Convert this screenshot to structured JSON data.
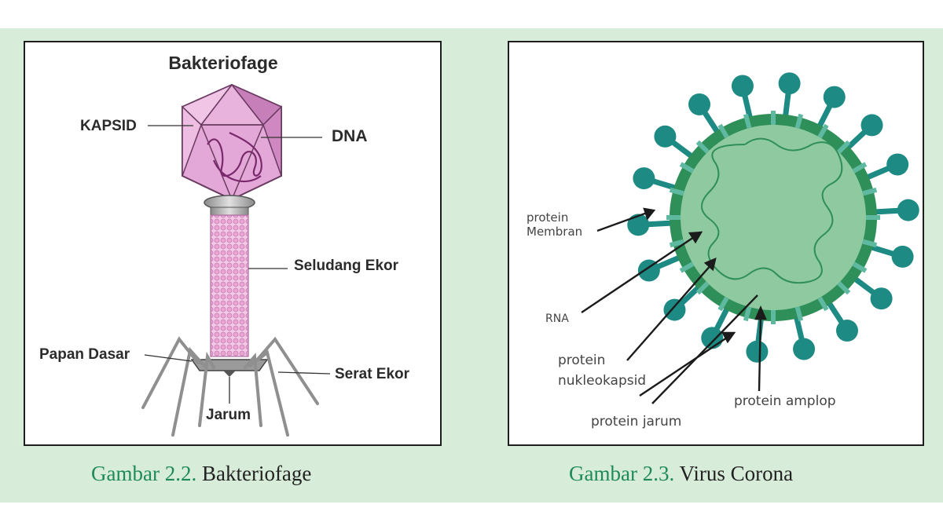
{
  "left_figure": {
    "title": "Bakteriofage",
    "labels": {
      "kapsid": "KAPSID",
      "dna": "DNA",
      "seludang_ekor": "Seludang Ekor",
      "papan_dasar": "Papan Dasar",
      "serat_ekor": "Serat Ekor",
      "jarum": "Jarum"
    },
    "caption_number": "Gambar 2.2.",
    "caption_text": " Bakteriofage"
  },
  "right_figure": {
    "labels": {
      "protein_membran_1": "protein",
      "protein_membran_2": "Membran",
      "rna": "RNA",
      "protein_nukleokapsid_1": "protein",
      "protein_nukleokapsid_2": "nukleokapsid",
      "protein_jarum": "protein jarum",
      "protein_amplop": "protein amplop"
    },
    "caption_number": "Gambar 2.3.",
    "caption_text": " Virus Corona"
  },
  "colors": {
    "background_band": "#d8ecda",
    "caption_accent": "#1e8a5a",
    "capsid_pink": "#d98cc8",
    "virus_teal": "#1d8a83",
    "virus_core": "#8fc9a0",
    "virus_ring": "#2f8f58"
  }
}
